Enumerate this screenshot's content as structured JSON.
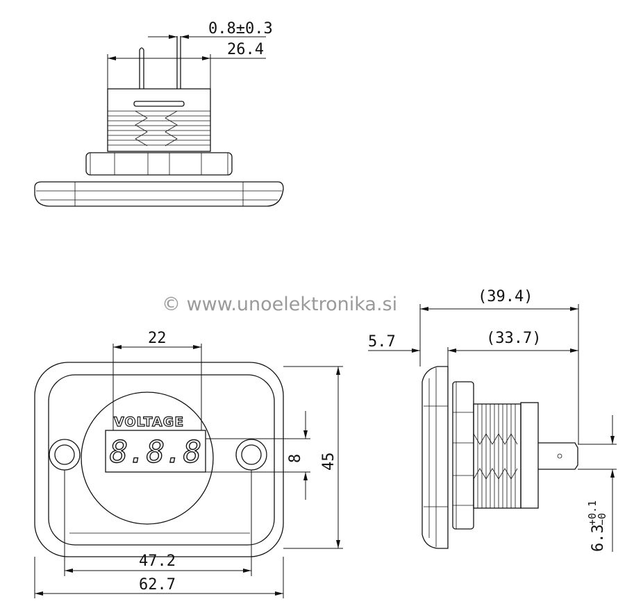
{
  "watermark": "© www.unoelektronika.si",
  "panel_label": "VOLTAGE",
  "display_digits": "8.8.8",
  "dimensions": {
    "pin_thickness": "0.8±0.3",
    "pin_spacing": "26.4",
    "overall_depth": "(39.4)",
    "flange_thickness": "5.7",
    "body_depth": "(33.7)",
    "display_width": "22",
    "display_height": "8",
    "panel_height": "45",
    "hole_spacing": "47.2",
    "panel_width": "62.7",
    "tab_width_main": "6.3",
    "tab_tol_plus": "+0.1",
    "tab_tol_minus": "−0"
  }
}
